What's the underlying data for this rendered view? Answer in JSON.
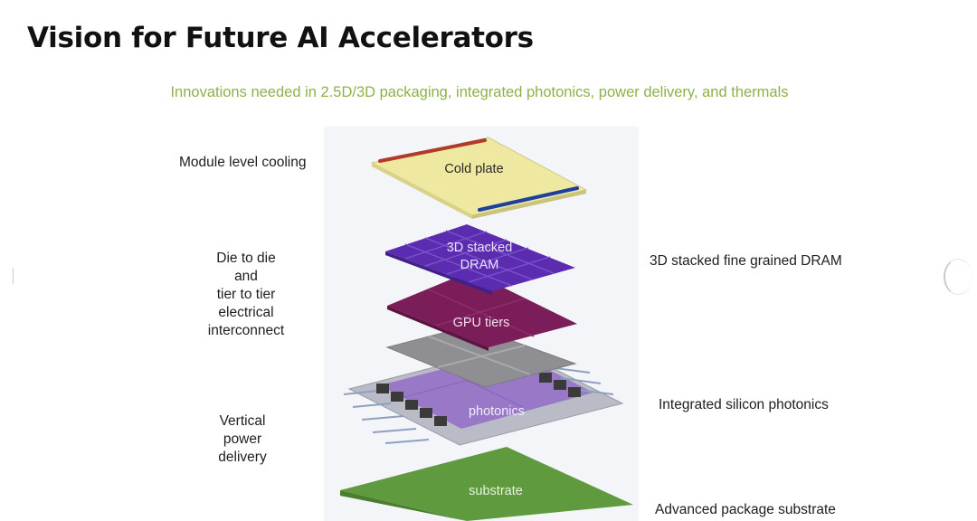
{
  "slide": {
    "title": "Vision for Future AI Accelerators",
    "subtitle": "Innovations needed in 2.5D/3D packaging, integrated photonics, power delivery, and thermals"
  },
  "left_labels": {
    "cooling": "Module level cooling",
    "interconnect": [
      "Die to die",
      "and",
      "tier to tier",
      "electrical",
      "interconnect"
    ],
    "power": [
      "Vertical",
      "power",
      "delivery"
    ]
  },
  "right_labels": {
    "dram": "3D stacked fine grained DRAM",
    "photonics": "Integrated silicon photonics",
    "substrate": "Advanced package substrate"
  },
  "layers": {
    "cold_plate": "Cold plate",
    "dram": [
      "3D stacked",
      "DRAM"
    ],
    "gpu": "GPU tiers",
    "photonics": "photonics",
    "substrate": "substrate"
  },
  "colors": {
    "subtitle": "#8db24a",
    "cold_plate": "#eee8a0",
    "coolant_inlet": "#b23a2a",
    "coolant_outlet": "#1d3fa0",
    "dram": "#5b2bb0",
    "gpu": "#7a1d58",
    "gray_layer": "#8f8f93",
    "photonics_base": "#b9bcc6",
    "photonics_die": "#9a78c8",
    "substrate": "#5f9a3e"
  }
}
